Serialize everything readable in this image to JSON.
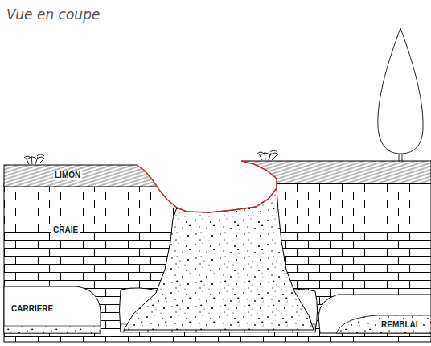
{
  "diagram": {
    "title": "Vue en coupe",
    "labels": [
      "LIMON",
      "CRAIE",
      "CARRIERE",
      "REMBLAI"
    ]
  }
}
